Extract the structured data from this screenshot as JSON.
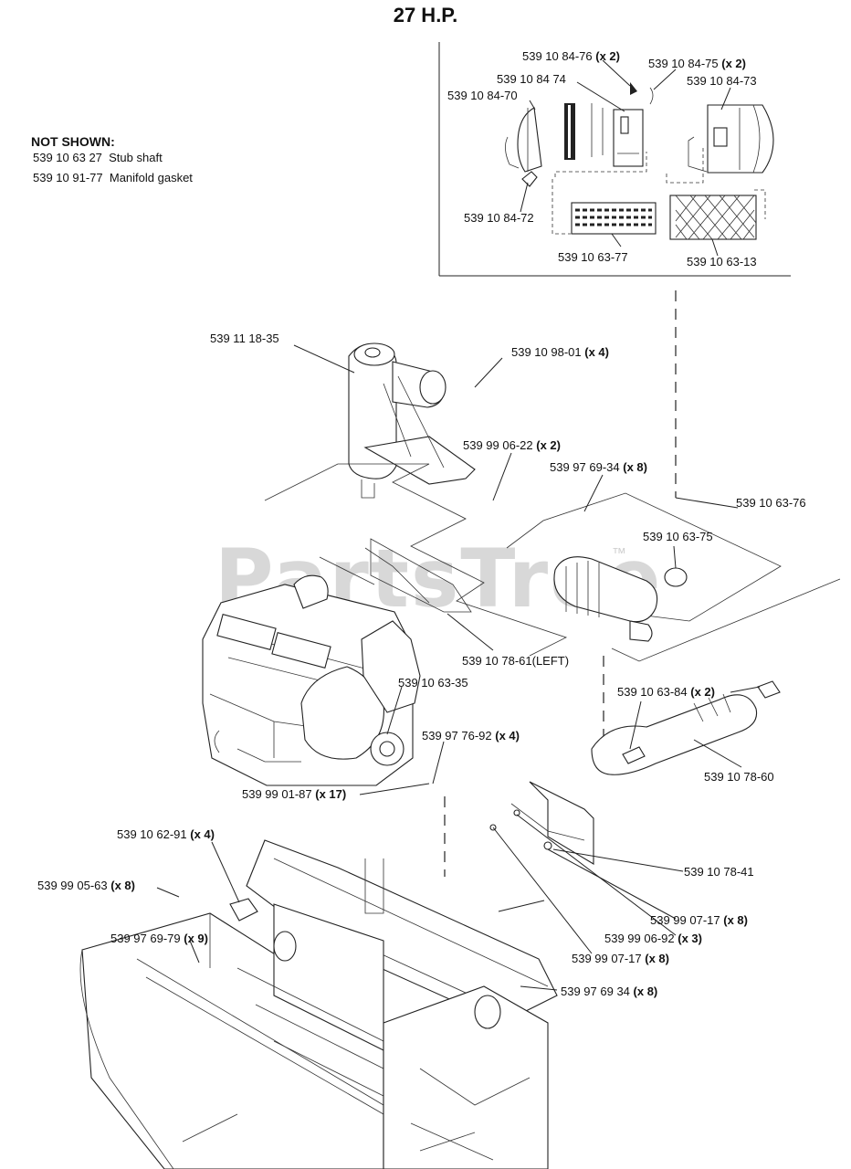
{
  "title": "27 H.P.",
  "not_shown": {
    "heading": "NOT SHOWN:",
    "items": [
      {
        "part": "539 10 63 27",
        "desc": "Stub shaft"
      },
      {
        "part": "539 10 91-77",
        "desc": "Manifold gasket"
      }
    ]
  },
  "watermark": "PartsTree",
  "watermark_tm": "™",
  "callouts": [
    {
      "part": "539 10 84-76",
      "qty": "(x 2)"
    },
    {
      "part": "539 10 84-75",
      "qty": "(x 2)"
    },
    {
      "part": "539 10 84 74",
      "qty": ""
    },
    {
      "part": "539 10 84-73",
      "qty": ""
    },
    {
      "part": "539 10 84-70",
      "qty": ""
    },
    {
      "part": "539 10 84-72",
      "qty": ""
    },
    {
      "part": "539 10 63-77",
      "qty": ""
    },
    {
      "part": "539 10 63-13",
      "qty": ""
    },
    {
      "part": "539 11 18-35",
      "qty": ""
    },
    {
      "part": "539 10 98-01",
      "qty": "(x 4)"
    },
    {
      "part": "539 99 06-22",
      "qty": "(x 2)"
    },
    {
      "part": "539 97 69-34",
      "qty": "(x 8)"
    },
    {
      "part": "539 10 63-76",
      "qty": ""
    },
    {
      "part": "539 10 63-75",
      "qty": ""
    },
    {
      "part": "539 10 78-61(LEFT)",
      "qty": ""
    },
    {
      "part": "539 10 63-35",
      "qty": ""
    },
    {
      "part": "539 10 63-84",
      "qty": "(x 2)"
    },
    {
      "part": "539 97 76-92",
      "qty": "(x 4)"
    },
    {
      "part": "539 10 78-60",
      "qty": ""
    },
    {
      "part": "539 99 01-87",
      "qty": "(x 17)"
    },
    {
      "part": "539 10 62-91",
      "qty": "(x 4)"
    },
    {
      "part": "539 10 78-41",
      "qty": ""
    },
    {
      "part": "539 99 05-63",
      "qty": "(x 8)"
    },
    {
      "part": "539 99 07-17",
      "qty": "(x 8)"
    },
    {
      "part": "539 99 06-92",
      "qty": "(x 3)"
    },
    {
      "part": "539 97 69-79",
      "qty": "(x 9)"
    },
    {
      "part": "539 99 07-17",
      "qty": "(x 8)"
    },
    {
      "part": "539 97 69 34",
      "qty": "(x 8)"
    }
  ]
}
